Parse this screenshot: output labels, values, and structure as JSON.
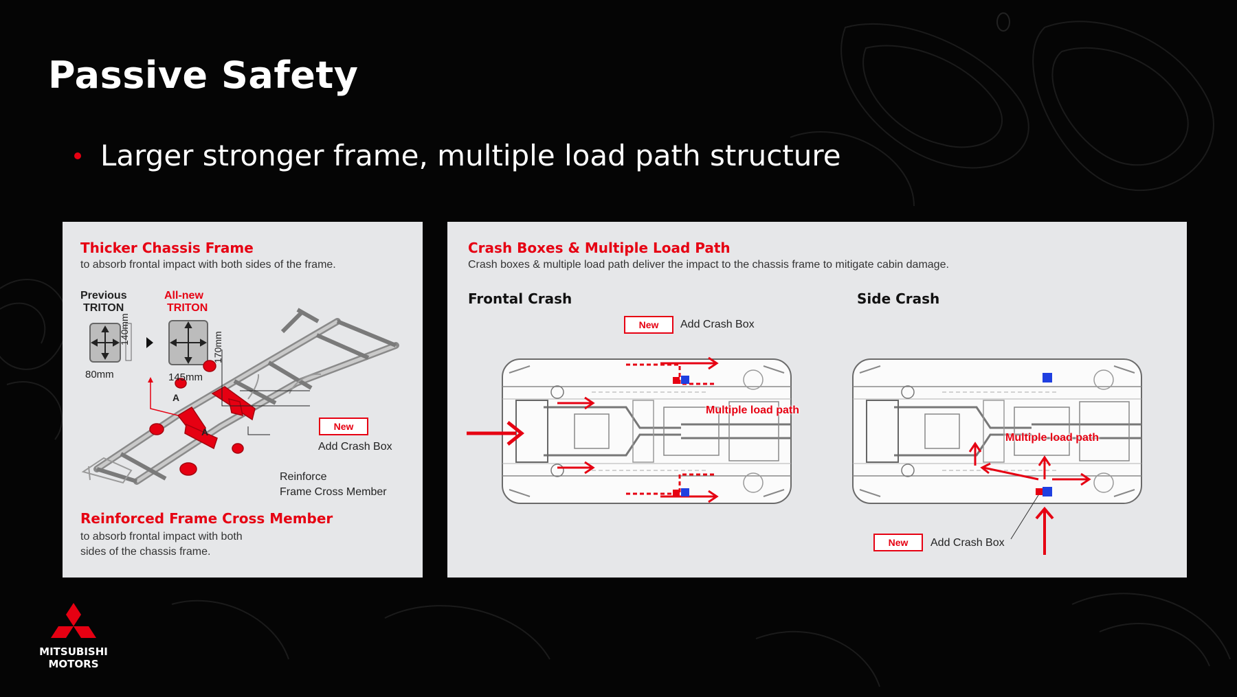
{
  "slide": {
    "title": "Passive Safety",
    "bullet": "Larger stronger frame, multiple load path structure"
  },
  "left_panel": {
    "heading": "Thicker Chassis Frame",
    "description": "to absorb frontal impact with both sides of the frame.",
    "previous_label_1": "Previous",
    "previous_label_2": "TRITON",
    "allnew_label_1": "All-new",
    "allnew_label_2": "TRITON",
    "previous_width": "80mm",
    "previous_height": "140mm",
    "allnew_width": "145mm",
    "allnew_height": "170mm",
    "section_marker_1": "A",
    "section_marker_2": "A",
    "new_badge": "New",
    "add_crash_box": "Add Crash Box",
    "reinforce_label_1": "Reinforce",
    "reinforce_label_2": "Frame Cross Member",
    "bottom_heading": "Reinforced Frame Cross Member",
    "bottom_description_1": "to absorb frontal impact with both",
    "bottom_description_2": "sides of the chassis frame."
  },
  "right_panel": {
    "heading": "Crash Boxes & Multiple Load Path",
    "description": "Crash boxes & multiple load path deliver the impact to the chassis frame to mitigate cabin damage.",
    "frontal": {
      "title": "Frontal Crash",
      "new_badge": "New",
      "add_crash_box": "Add Crash Box",
      "load_path_label": "Multiple load path"
    },
    "side": {
      "title": "Side Crash",
      "new_badge": "New",
      "add_crash_box": "Add Crash Box",
      "load_path_label": "Multiple load path"
    }
  },
  "logo": {
    "line1": "MITSUBISHI",
    "line2": "MOTORS"
  },
  "colors": {
    "accent_red": "#e60012",
    "background": "#050505",
    "panel": "#e6e7e9",
    "crash_box_blue": "#1f3fe0"
  }
}
